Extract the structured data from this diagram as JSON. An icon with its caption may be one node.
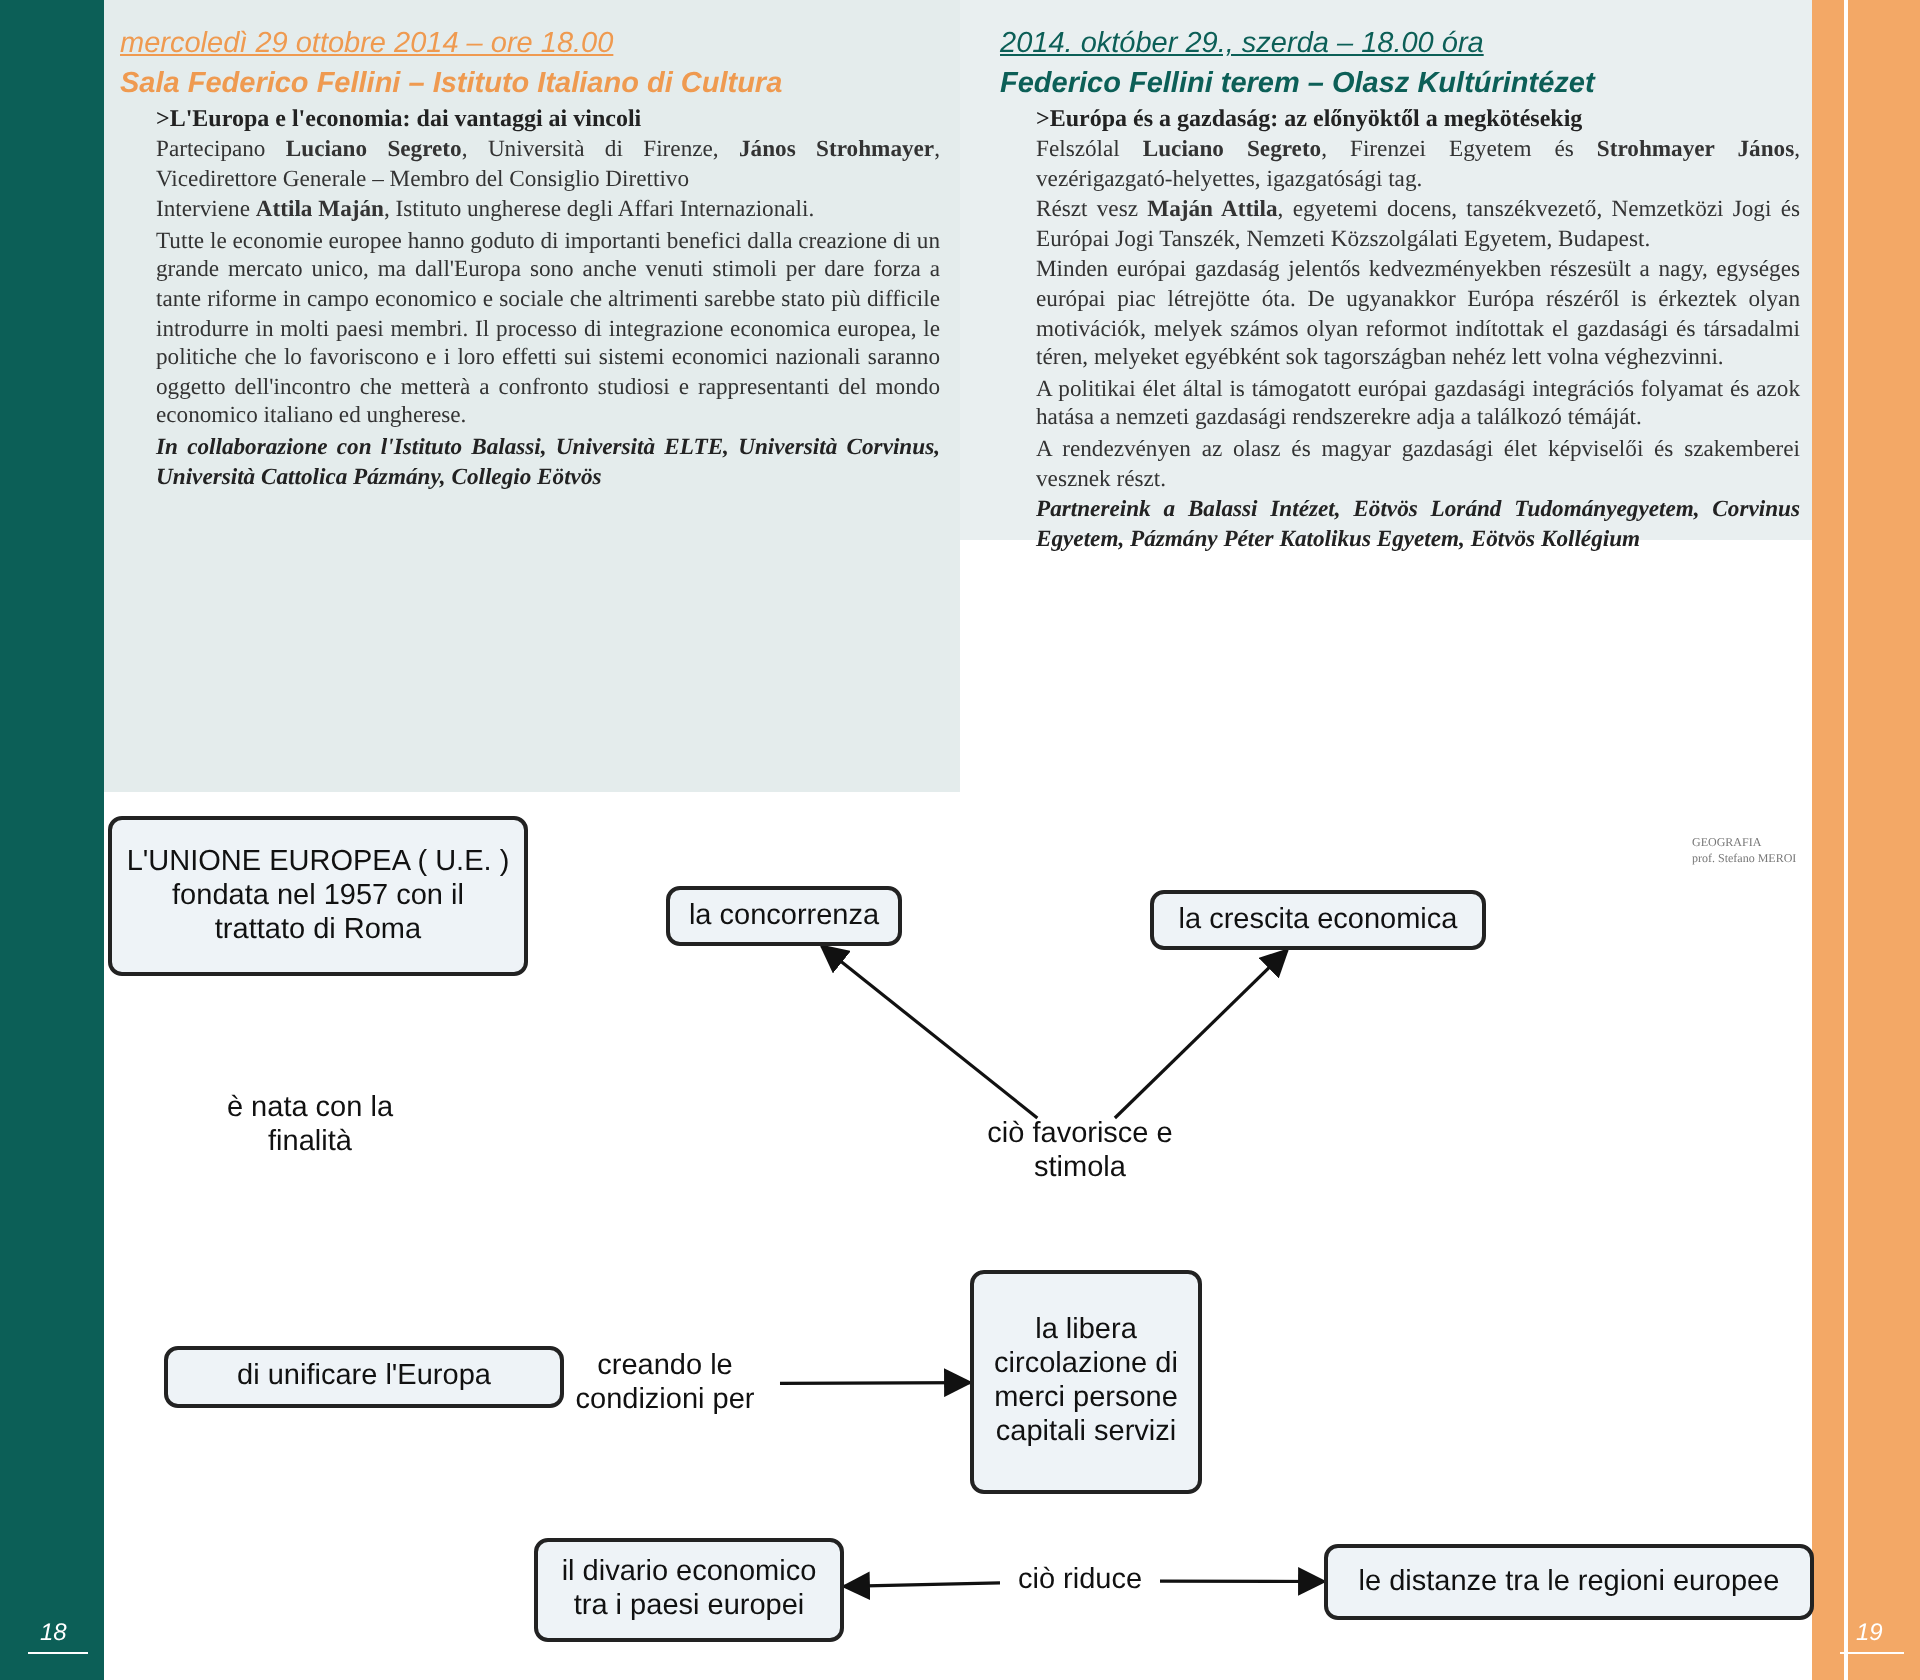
{
  "diagram": {
    "nodes": [
      {
        "text": [
          "L'UNIONE EUROPEA ( U.E. ) fondata nel 1957 con il trattato di Roma"
        ]
      },
      {
        "text": [
          "la concorrenza"
        ]
      },
      {
        "text": [
          "la crescita economica"
        ]
      },
      {
        "text": [
          "è nata con la finalità"
        ]
      },
      {
        "text": [
          "ciò favorisce e stimola"
        ]
      },
      {
        "text": [
          "di unificare l'Europa"
        ]
      },
      {
        "text": [
          "creando le condizioni per"
        ]
      },
      {
        "text": [
          "la libera circolazione di merci persone capitali servizi"
        ]
      },
      {
        "text": [
          "il divario economico tra i paesi europei"
        ]
      },
      {
        "text": [
          "ciò riduce"
        ]
      },
      {
        "text": [
          "le distanze tra le regioni europee"
        ]
      }
    ],
    "edges": [
      {
        "from": 4,
        "to": 1,
        "arrow": "to"
      },
      {
        "from": 4,
        "to": 2,
        "arrow": "to"
      },
      {
        "from": 6,
        "to": 7,
        "arrow": "to"
      },
      {
        "from": 9,
        "to": 8,
        "arrow": "to"
      },
      {
        "from": 9,
        "to": 10,
        "arrow": "to"
      }
    ],
    "labels": [
      "mercoledì 29 ottobre 2014 – ore 18.00",
      "Sala Federico Fellini – Istituto Italiano di Cultura",
      ">L'Europa e l'economia: dai vantaggi ai vincoli",
      "Partecipano **Luciano Segreto**, Università di Firenze, **János Strohmayer**, Vicedirettore Generale – Membro del Consiglio Direttivo",
      "Interviene **Attila Maján**, Istituto ungherese degli Affari Internazionali.",
      "Tutte le economie europee hanno goduto di importanti benefici dalla creazione di un grande mercato unico, ma dall'Europa sono anche venuti stimoli per dare forza a tante riforme in campo economico e sociale che altrimenti sarebbe stato più difficile introdurre in molti paesi membri. Il processo di integrazione economica europea, le politiche che lo favoriscono e i loro effetti sui sistemi economici nazionali saranno oggetto dell'incontro che metterà a confronto studiosi e rappresentanti del mondo economico italiano ed ungherese.",
      "In collaborazione con l'Istituto Balassi, Università ELTE, Università Corvinus, Università Cattolica Pázmány, Collegio Eötvös",
      "2014. október 29., szerda – 18.00 óra",
      "Federico Fellini terem – Olasz Kultúrintézet",
      ">Európa és a gazdaság: az előnyöktől a megkötésekig",
      "Felszólal **Luciano Segreto**, Firenzei Egyetem és **Strohmayer János**, vezérigazgató-helyettes, igazgatósági tag.",
      "Részt vesz **Maján Attila**, egyetemi docens, tanszékvezető, Nemzetközi Jogi és Európai Jogi Tanszék, Nemzeti Közszolgálati Egyetem, Budapest.",
      "Minden európai gazdaság jelentős kedvezményekben részesült a nagy, egységes európai piac létrejötte óta. De ugyanakkor Európa részéről is érkeztek olyan motivációk, melyek számos olyan reformot indítottak el gazdasági és társadalmi téren, melyeket egyébként sok tagországban nehéz lett volna véghezvinni.",
      "A politikai élet által is támogatott európai gazdasági integrációs folyamat és azok hatása a nemzeti gazdasági rendszerekre adja a találkozó témáját.",
      "A rendezvényen az olasz és magyar gazdasági élet képviselői és szakemberei vesznek részt.",
      "Partnereink a Balassi Intézet, Eötvös Loránd Tudományegyetem, Corvinus Egyetem, Pázmány Péter Katolikus Egyetem, Eötvös Kollégium",
      "GEOGRAFIA",
      "prof. Stefano MEROI",
      "18",
      "19"
    ]
  }
}
